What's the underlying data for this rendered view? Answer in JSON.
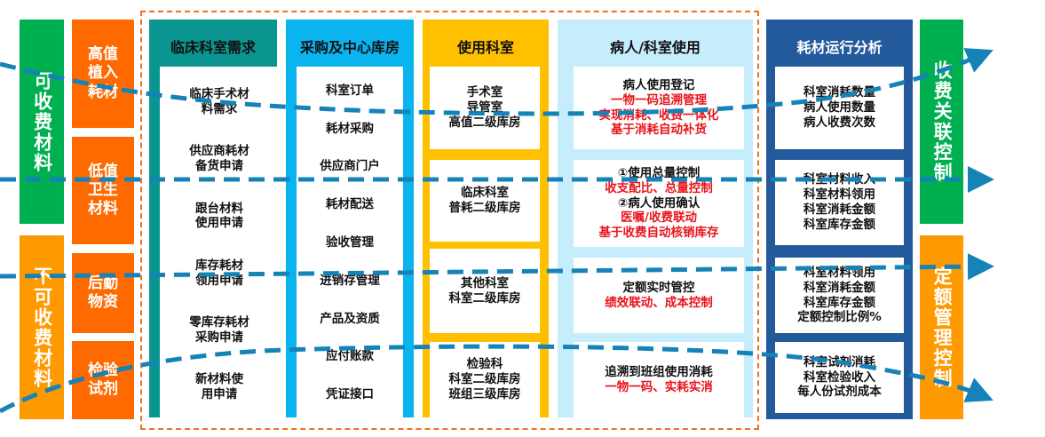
{
  "left_groups": [
    {
      "label": "可收费材料",
      "color": "#00b050"
    },
    {
      "label": "不可收费材料",
      "color": "#ff9900"
    }
  ],
  "categories": [
    "高值植入耗材",
    "低值卫生材料",
    "后勤物资",
    "检验试剂"
  ],
  "columns": {
    "clinical": {
      "title": "临床科室需求",
      "items": [
        "临床手术材料需求",
        "供应商耗材备货申请",
        "跟台材料使用申请",
        "库存耗材领用申请",
        "零库存耗材采购申请",
        "新材料使用申请"
      ]
    },
    "procurement": {
      "title": "采购及中心库房",
      "items": [
        "科室订单",
        "耗材采购",
        "供应商门户",
        "耗材配送",
        "验收管理",
        "进销存管理",
        "产品及资质",
        "应付账款",
        "凭证接口"
      ]
    },
    "using_dept": {
      "title": "使用科室",
      "boxes": [
        [
          "手术室",
          "导管室",
          "高值二级库房"
        ],
        [
          "临床科室",
          "普耗二级库房"
        ],
        [
          "其他科室",
          "科室二级库房"
        ],
        [
          "检验科",
          "科室二级库房",
          "班组三级库房"
        ]
      ]
    },
    "patient": {
      "title": "病人/科室使用",
      "boxes": [
        [
          {
            "t": "病人使用登记",
            "red": false
          },
          {
            "t": "一物一码追溯管理",
            "red": true
          },
          {
            "t": "实现消耗、收费一体化",
            "red": true
          },
          {
            "t": "基于消耗自动补货",
            "red": true
          }
        ],
        [
          {
            "t": "①使用总量控制",
            "red": false
          },
          {
            "t": "收支配比、总量控制",
            "red": true
          },
          {
            "t": "②病人使用确认",
            "red": false
          },
          {
            "t": "医嘱/收费联动",
            "red": true
          },
          {
            "t": "基于收费自动核销库存",
            "red": true
          }
        ],
        [
          {
            "t": "定额实时管控",
            "red": false
          },
          {
            "t": "绩效联动、成本控制",
            "red": true
          }
        ],
        [
          {
            "t": "追溯到班组使用消耗",
            "red": false
          },
          {
            "t": "一物一码、实耗实消",
            "red": true
          }
        ]
      ]
    },
    "analysis": {
      "title": "耗材运行分析",
      "boxes": [
        [
          "科室消耗数量",
          "病人使用数量",
          "病人收费次数"
        ],
        [
          "科室材料收入",
          "科室材料领用",
          "科室消耗金额",
          "科室库存金额"
        ],
        [
          "科室材料领用",
          "科室消耗金额",
          "科室库存金额",
          "定额控制比例%"
        ],
        [
          "科室试剂消耗",
          "科室检验收入",
          "每人份试剂成本"
        ]
      ]
    }
  },
  "right_groups": [
    {
      "label": "收费关联控制",
      "color": "#00b050"
    },
    {
      "label": "定额管理控制",
      "color": "#ff9900"
    }
  ]
}
